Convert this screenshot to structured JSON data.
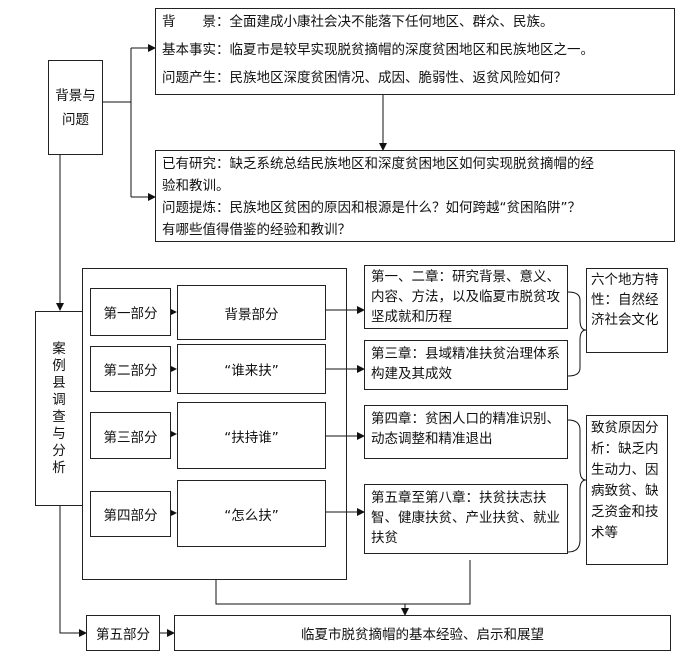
{
  "bg": {
    "line1": "背　　景：全面建成小康社会决不能落下任何地区、群众、民族。",
    "line2": "基本事实：临夏市是较早实现脱贫摘帽的深度贫困地区和民族地区之一。",
    "line3": "问题产生：民族地区深度贫困情况、成因、脆弱性、返贫风险如何？"
  },
  "left_bg_label": "背景与\n问题",
  "research": {
    "line1": "已有研究：缺乏系统总结民族地区和深度贫困地区如何实现脱贫摘帽的经",
    "line2": "验和教训。",
    "line3": "问题提炼：民族地区贫困的原因和根源是什么？如何跨越“贫困陷阱”？",
    "line4": "有哪些值得借鉴的经验和教训？"
  },
  "case_label": "案例县调查与分析",
  "parts": [
    {
      "part": "第一部分",
      "name": "背景部分"
    },
    {
      "part": "第二部分",
      "name": "“谁来扶”"
    },
    {
      "part": "第三部分",
      "name": "“扶持谁”"
    },
    {
      "part": "第四部分",
      "name": "“怎么扶”"
    }
  ],
  "chapters": [
    "第一、二章：研究背景、意义、内容、方法，以及临夏市脱贫攻坚成就和历程",
    "第三章：县域精准扶贫治理体系构建及其成效",
    "第四章：贫困人口的精准识别、动态调整和精准退出",
    "第五章至第八章：扶贫扶志扶智、健康扶贫、产业扶贫、就业扶贫"
  ],
  "side1": "六个地方特性：自然经济社会文化",
  "side2": "致贫原因分析：缺乏内生动力、因病致贫、缺乏资金和技术等",
  "part5": {
    "part": "第五部分",
    "name": "临夏市脱贫摘帽的基本经验、启示和展望"
  }
}
